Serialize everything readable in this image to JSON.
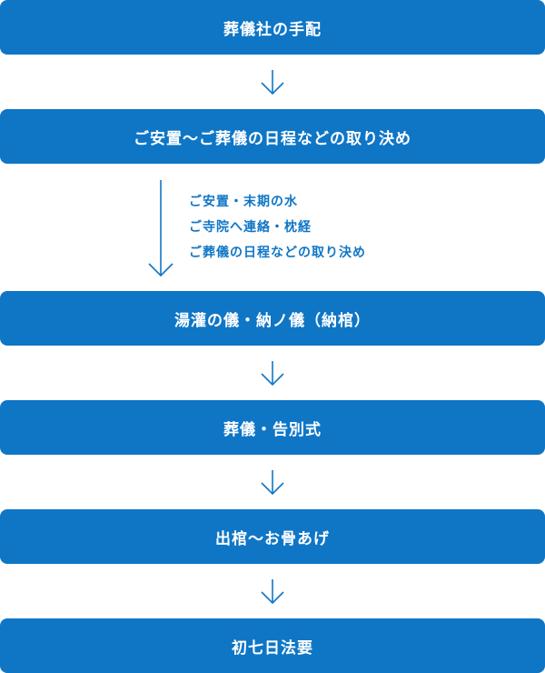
{
  "colors": {
    "box_fill": "#0f76c6",
    "box_text": "#ffffff",
    "arrow": "#0f76c6",
    "note_text": "#0f76c6"
  },
  "steps": [
    {
      "label": "葬儀社の手配"
    },
    {
      "label": "ご安置〜ご葬儀の日程などの取り決め"
    },
    {
      "label": "湯灌の儀・納ノ儀（納棺）"
    },
    {
      "label": "葬儀・告別式"
    },
    {
      "label": "出棺〜お骨あげ"
    },
    {
      "label": "初七日法要"
    }
  ],
  "notes": [
    "ご安置・末期の水",
    "ご寺院へ連絡・枕経",
    "ご葬儀の日程などの取り決め"
  ],
  "icons": {
    "arrow": "arrow-down-icon"
  }
}
